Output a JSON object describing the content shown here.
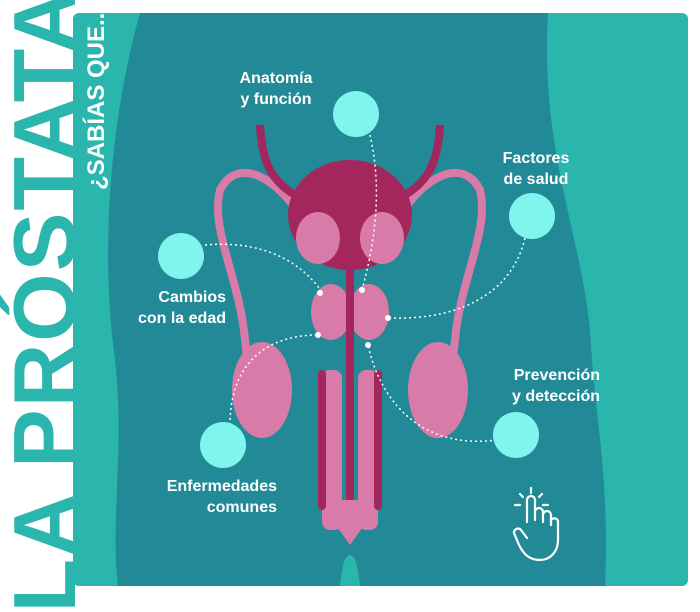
{
  "title": "LA PRÓSTATA",
  "subtitle": "¿SABÍAS QUE...",
  "topics": [
    {
      "line1": "Anatomía",
      "line2": "y función"
    },
    {
      "line1": "Factores",
      "line2": "de salud"
    },
    {
      "line1": "Cambios",
      "line2": "con la edad"
    },
    {
      "line1": "Prevención",
      "line2": "y detección"
    },
    {
      "line1": "Enfermedades",
      "line2": "comunes"
    }
  ],
  "icons": {
    "hotspot": "hotspot-circle",
    "pointer": "hand-pointer-icon"
  },
  "colors": {
    "panel": "#2ab5ad",
    "body": "#218a96",
    "hotspot": "#7ff5ee",
    "organ_light": "#d97ba8",
    "organ_dark": "#a3265c"
  }
}
